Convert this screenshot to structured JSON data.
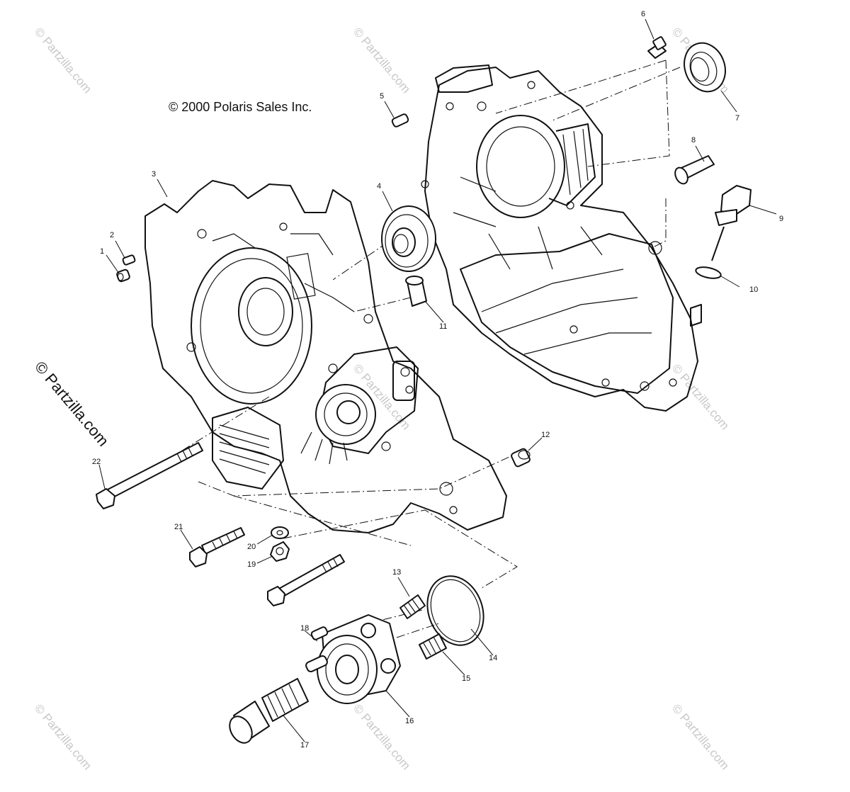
{
  "copyright": "© 2000 Polaris Sales Inc.",
  "watermark": "© Partzilla.com",
  "callouts": [
    "1",
    "2",
    "3",
    "4",
    "5",
    "6",
    "7",
    "8",
    "9",
    "10",
    "11",
    "12",
    "13",
    "14",
    "15",
    "16",
    "17",
    "18",
    "19",
    "20",
    "21",
    "22"
  ]
}
